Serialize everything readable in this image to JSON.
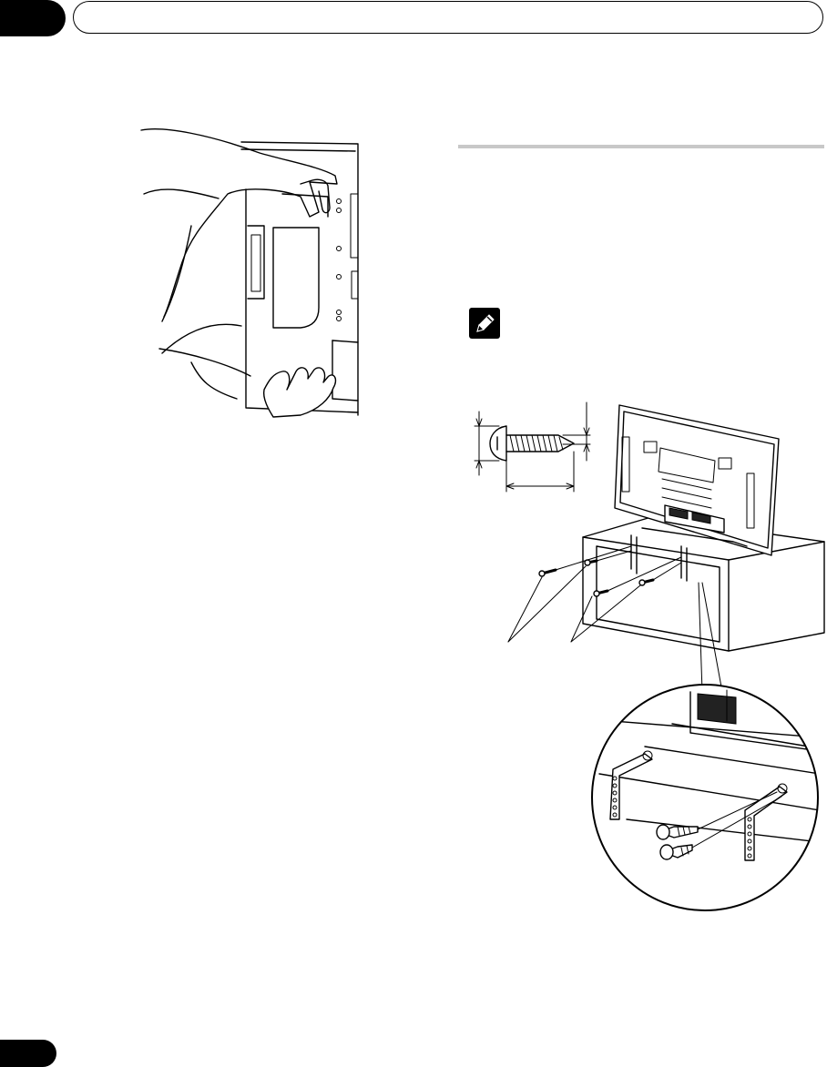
{
  "header": {
    "chapter_tab": "",
    "title": ""
  },
  "footer": {
    "page_tab": ""
  },
  "colors": {
    "ink": "#000000",
    "rule": "#c8c8c8",
    "paper": "#ffffff"
  },
  "figures": [
    {
      "id": "carrying-panel",
      "icon": "hands-carrying-panel"
    },
    {
      "id": "screw-dimensions",
      "icon": "wood-screw"
    },
    {
      "id": "stand-attachment",
      "icon": "panel-on-stand"
    },
    {
      "id": "bracket-detail",
      "icon": "magnified-brackets"
    }
  ],
  "note": {
    "icon": "pencil-note-icon"
  }
}
